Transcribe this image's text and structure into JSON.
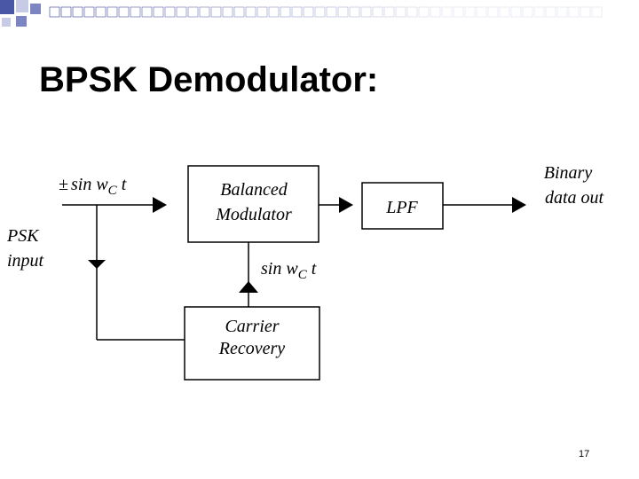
{
  "slide": {
    "title": "BPSK Demodulator:",
    "page_number": "17",
    "accent_color": "#2B3990"
  },
  "diagram": {
    "input_label_line1": "PSK",
    "input_label_line2": "input",
    "input_signal_pm": "±",
    "input_signal_sin": "sin w",
    "input_signal_sub": "C",
    "input_signal_t": "t",
    "balanced_modulator_line1": "Balanced",
    "balanced_modulator_line2": "Modulator",
    "lpf_label": "LPF",
    "output_label_line1": "Binary",
    "output_label_line2": "data out",
    "carrier_signal_sin": "sin w",
    "carrier_signal_sub": "C",
    "carrier_signal_t": "t",
    "carrier_recovery_line1": "Carrier",
    "carrier_recovery_line2": "Recovery"
  }
}
